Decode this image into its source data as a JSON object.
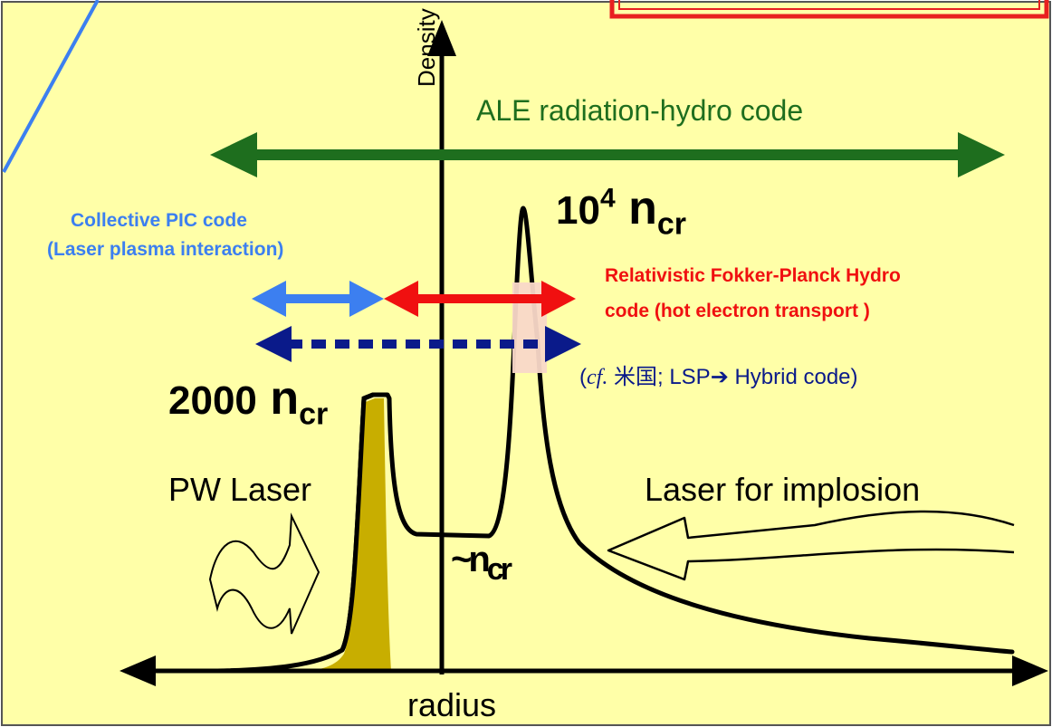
{
  "colors": {
    "background": "#FFFFA8",
    "ale_arrow": "#1E6E1E",
    "pic": "#3C7FF0",
    "fokker": "#F01010",
    "hybrid": "#0A1A8A",
    "laser_fill": "#C8AE00",
    "axes": "#000000"
  },
  "axes": {
    "y_label": "Density",
    "x_label": "radius"
  },
  "labels": {
    "ale": "ALE radiation-hydro code",
    "pic_line1": "Collective PIC code",
    "pic_line2": "(Laser plasma interaction)",
    "fokker_line1": "Relativistic Fokker-Planck Hydro",
    "fokker_line2": "code (hot electron transport )",
    "cf_open": "(",
    "cf_italic": "cf.",
    "cf_rest": " 米国; LSP➔ Hybrid code)",
    "peak_density_base": "10",
    "peak_density_exp": "4",
    "peak_density_n": " n",
    "peak_density_sub": "cr",
    "pw_density_value": "2000",
    "pw_density_n": " n",
    "pw_density_sub": "cr",
    "crit_tilde": "~n",
    "crit_sub": "cr",
    "pw_laser": "PW Laser",
    "implosion_laser": "Laser for implosion"
  }
}
